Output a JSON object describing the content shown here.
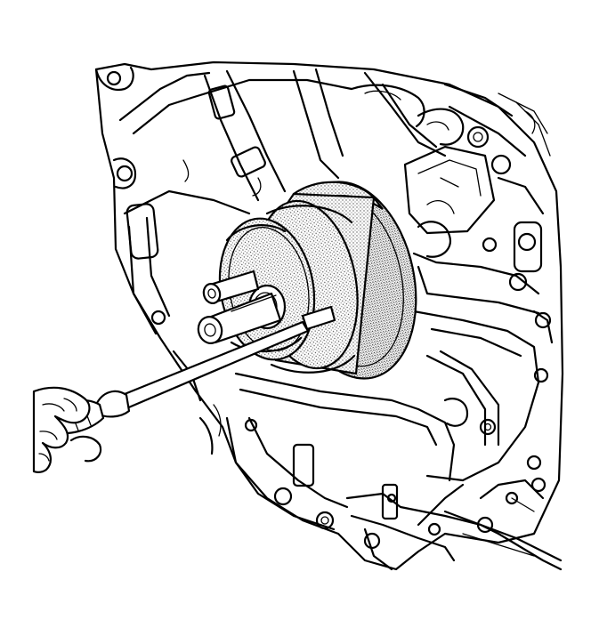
{
  "figure": {
    "subject": "engine-block-rear-seal-installation",
    "colors": {
      "line": "#000000",
      "background": "#ffffff",
      "shade": "#6a6a6a"
    },
    "parts": [
      {
        "name": "engine-block",
        "icon": "engine-block-icon"
      },
      {
        "name": "seal-installer-tool",
        "icon": "seal-installer-icon"
      },
      {
        "name": "guide-pins",
        "icon": "pin-icon"
      },
      {
        "name": "screwdriver",
        "icon": "screwdriver-icon"
      },
      {
        "name": "hand",
        "icon": "hand-icon"
      }
    ]
  }
}
